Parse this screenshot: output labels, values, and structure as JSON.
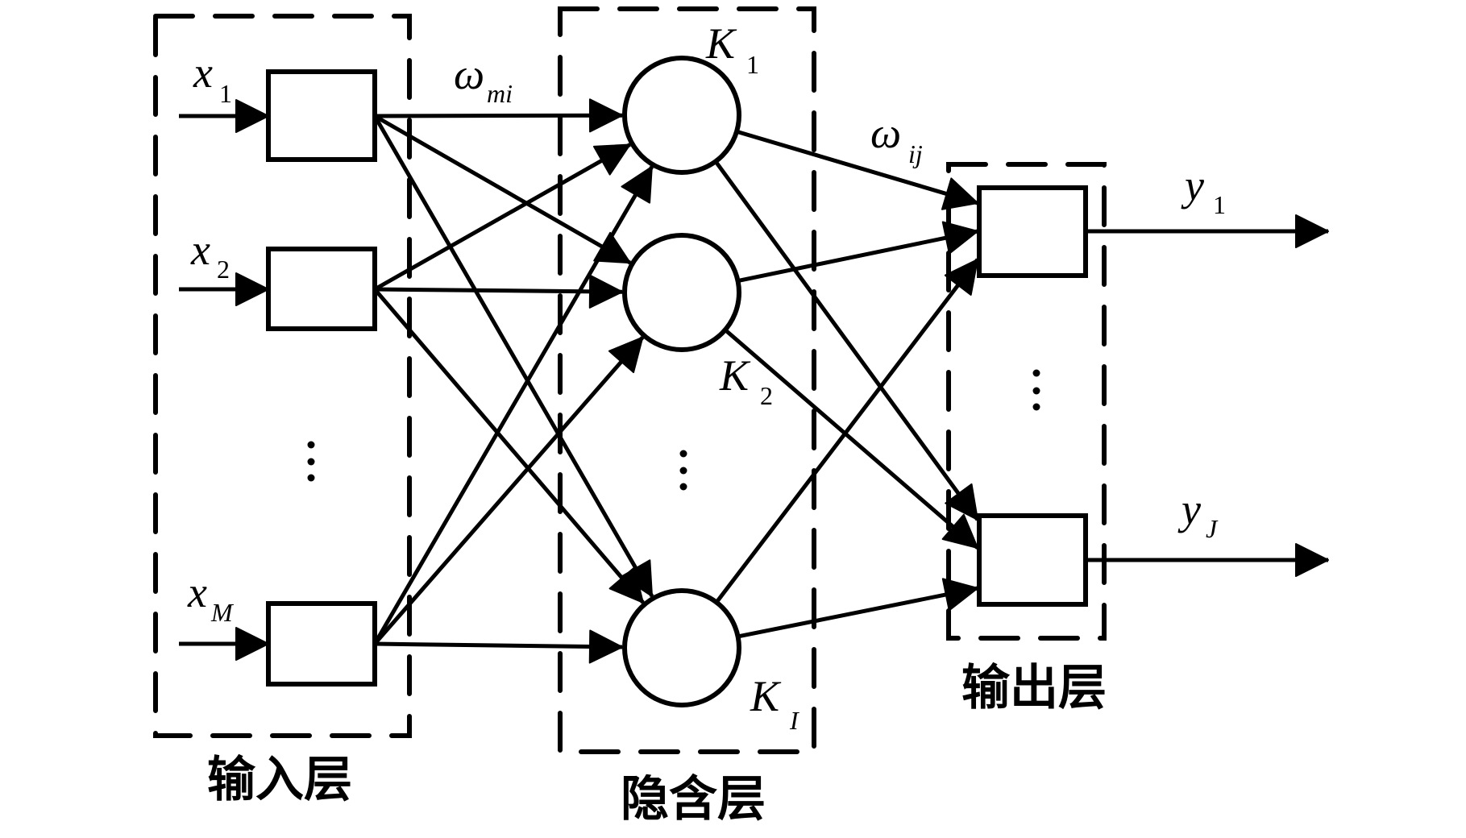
{
  "diagram": {
    "title": "RBF neural network structure",
    "layers": {
      "input": {
        "label": "输入层",
        "nodes": [
          {
            "symbol": "x",
            "subscript": "1"
          },
          {
            "symbol": "x",
            "subscript": "2"
          },
          {
            "symbol": "x",
            "subscript": "M"
          }
        ],
        "ellipsis": "⋮"
      },
      "hidden": {
        "label": "隐含层",
        "nodes": [
          {
            "symbol": "K",
            "subscript": "1"
          },
          {
            "symbol": "K",
            "subscript": "2"
          },
          {
            "symbol": "K",
            "subscript": "I"
          }
        ],
        "ellipsis": "⋮"
      },
      "output": {
        "label": "输出层",
        "nodes": [
          {
            "symbol": "y",
            "subscript": "1"
          },
          {
            "symbol": "y",
            "subscript": "J"
          }
        ],
        "ellipsis": "⋮"
      }
    },
    "weights": {
      "input_hidden": {
        "symbol": "ω",
        "subscript": "mi"
      },
      "hidden_output": {
        "symbol": "ω",
        "subscript": "ij"
      }
    },
    "connections": {
      "input_to_hidden": "fully-connected",
      "hidden_to_output": "fully-connected"
    }
  }
}
